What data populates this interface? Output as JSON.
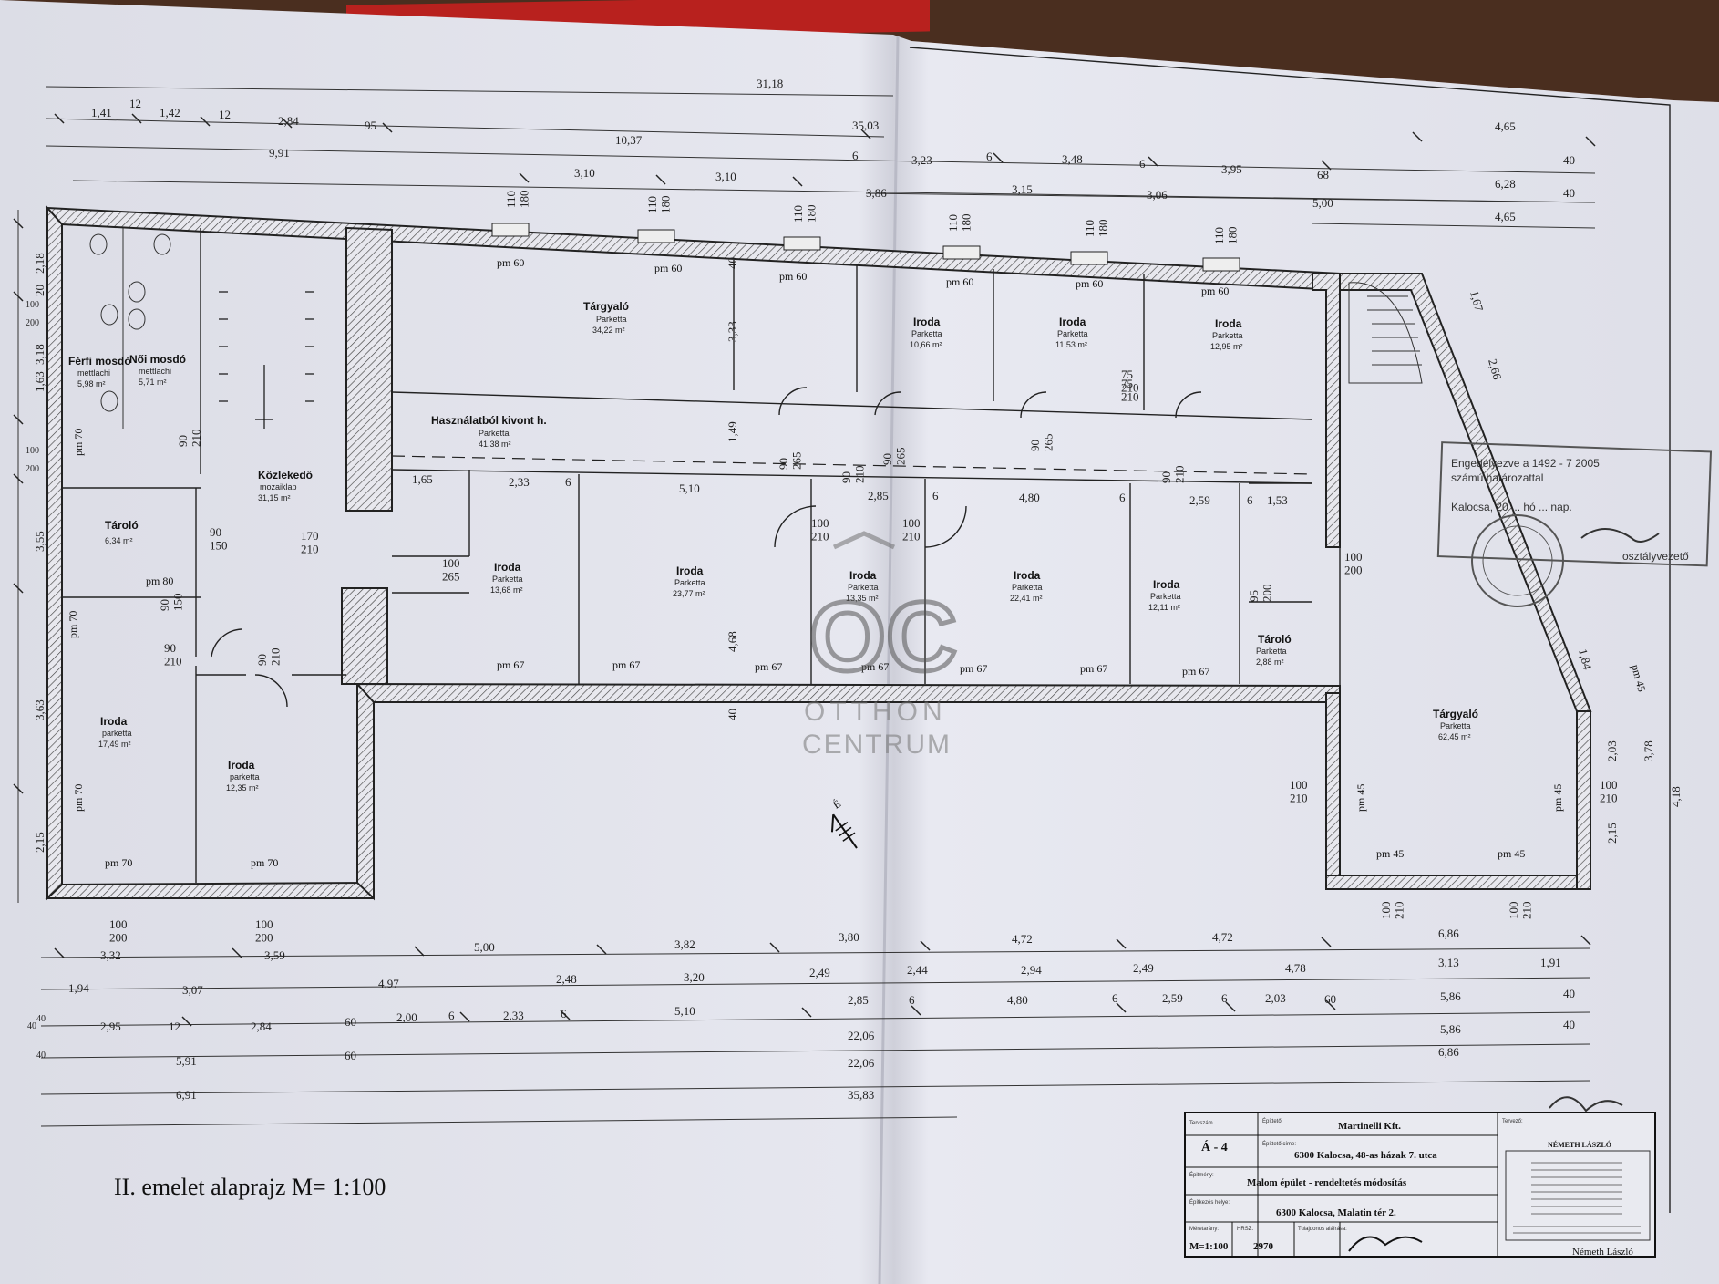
{
  "sheet_title": "II. emelet alaprajz M= 1:100",
  "dimensions_top": {
    "row1": [
      "31,18"
    ],
    "row2": [
      "1,41",
      "12",
      "1,42",
      "12",
      "2,84",
      "95",
      "35,03"
    ],
    "row3": [
      "9,91",
      "10,37",
      "6",
      "3,23",
      "6",
      "3,48",
      "6",
      "3,95",
      "68",
      "4,65"
    ],
    "row4": [
      "3,10",
      "3,10",
      "3,86",
      "3,15",
      "3,06",
      "5,00",
      "40"
    ],
    "row5": [
      "6,28",
      "40",
      "4,65"
    ]
  },
  "dimensions_bottom": {
    "row1": [
      "3,32",
      "3,59",
      "5,00",
      "3,82",
      "3,80",
      "4,72",
      "4,72",
      "6,86"
    ],
    "row2": [
      "1,94",
      "3,07",
      "4,97",
      "2,48",
      "3,20",
      "2,49",
      "2,44",
      "2,94",
      "2,49",
      "4,78",
      "3,13",
      "1,91"
    ],
    "row3": [
      "40",
      "2,95",
      "12",
      "2,84",
      "60",
      "2,00",
      "6",
      "2,33",
      "6",
      "5,10",
      "2,85",
      "6",
      "4,80",
      "6",
      "2,59",
      "6",
      "2,03",
      "60",
      "5,86",
      "40"
    ],
    "row4": [
      "40",
      "5,91",
      "60",
      "22,06",
      "5,86",
      "40"
    ],
    "row5": [
      "6,91",
      "22,06",
      "6,86"
    ],
    "row6": [
      "35,83"
    ]
  },
  "dimensions_interior": [
    "1,65",
    "2,33",
    "6",
    "5,10",
    "2,85",
    "6",
    "4,80",
    "6",
    "2,59",
    "6",
    "1,53",
    "3,33",
    "1,49",
    "4,68",
    "40",
    "40",
    "1,67",
    "2,66",
    "1,84",
    "2,03",
    "3,78",
    "4,18",
    "2,15"
  ],
  "dimensions_left": [
    "2,18",
    "20",
    "100",
    "200",
    "1,63",
    "3,18",
    "100",
    "200",
    "3,55",
    "3,63",
    "2,15",
    "40"
  ],
  "rooms": [
    {
      "name": "Férfi mosdó",
      "floor": "mettlachi",
      "area": "5,98 m²"
    },
    {
      "name": "Női mosdó",
      "floor": "mettlachi",
      "area": "5,71 m²"
    },
    {
      "name": "Közlekedő",
      "floor": "mozaiklap",
      "area": "31,15 m²"
    },
    {
      "name": "Tároló",
      "floor": "",
      "area": "6,34 m²"
    },
    {
      "name": "Iroda",
      "floor": "parketta",
      "area": "17,49 m²"
    },
    {
      "name": "Iroda",
      "floor": "parketta",
      "area": "12,35 m²"
    },
    {
      "name": "Tárgyaló",
      "floor": "Parketta",
      "area": "34,22 m²"
    },
    {
      "name": "Használatból kivont h.",
      "floor": "Parketta",
      "area": "41,38 m²"
    },
    {
      "name": "Iroda",
      "floor": "Parketta",
      "area": "10,66 m²"
    },
    {
      "name": "Iroda",
      "floor": "Parketta",
      "area": "11,53 m²"
    },
    {
      "name": "Iroda",
      "floor": "Parketta",
      "area": "12,95 m²"
    },
    {
      "name": "Iroda",
      "floor": "Parketta",
      "area": "13,68 m²"
    },
    {
      "name": "Iroda",
      "floor": "Parketta",
      "area": "23,77 m²"
    },
    {
      "name": "Iroda",
      "floor": "Parketta",
      "area": "13,35 m²"
    },
    {
      "name": "Iroda",
      "floor": "Parketta",
      "area": "22,41 m²"
    },
    {
      "name": "Iroda",
      "floor": "Parketta",
      "area": "12,11 m²"
    },
    {
      "name": "Tároló",
      "floor": "Parketta",
      "area": "2,88 m²"
    },
    {
      "name": "Tárgyaló",
      "floor": "Parketta",
      "area": "62,45 m²"
    }
  ],
  "windows": {
    "top": [
      "110\n180",
      "110\n180",
      "110\n180",
      "110\n180",
      "110\n180",
      "110\n180"
    ],
    "pm_labels": [
      "pm 60",
      "pm 60",
      "pm 60",
      "pm 60",
      "pm 60",
      "pm 60",
      "pm 67",
      "pm 67",
      "pm 67",
      "pm 67",
      "pm 67",
      "pm 67",
      "pm 67",
      "pm 70",
      "pm 70",
      "pm 70",
      "pm 70",
      "pm 70",
      "pm 80",
      "pm 45",
      "pm 45",
      "pm 45",
      "pm 45",
      "pm 45"
    ]
  },
  "doors": [
    "100\n200",
    "100\n200",
    "170\n210",
    "90\n150",
    "90\n210",
    "90\n210",
    "100\n265",
    "90\n265",
    "90\n265",
    "90\n210",
    "100\n210",
    "100\n210",
    "90\n265",
    "90\n210",
    "75\n210",
    "95\n200",
    "100\n200",
    "100\n210",
    "100\n210",
    "100\n210",
    "100\n210",
    "75\n210",
    "90\n150",
    "90\n210"
  ],
  "title_block": {
    "tervszam_label": "Tervszám",
    "sheet_no": "Á - 4",
    "epittető_label": "Építtető:",
    "epittető": "Martinelli Kft.",
    "epittető_cime_label": "Építtető címe:",
    "epittető_cime": "6300 Kalocsa, 48-as házak 7. utca",
    "epitmeny_label": "Épitmény:",
    "epitmeny": "Malom épület - rendeltetés módosítás",
    "helye_label": "Építkezés helye:",
    "helye": "6300 Kalocsa, Malatin tér 2.",
    "meretarany_label": "Méretarány:",
    "meretarany": "M=1:100",
    "hrsz_label": "HRSZ.",
    "hrsz": "2970",
    "tervezo_label": "Tervező:",
    "aláírás_label": "Tulajdonos aláírása:",
    "designer_header": "NÉMETH LÁSZLÓ",
    "designer_footer": "Németh László"
  },
  "stamp": {
    "line1": "Engedélyezve a 1492 - 7 2005",
    "line2": "számú határozattal",
    "line3": "Kalocsa, 20 ... hó ... nap.",
    "line4": "osztályvezető"
  },
  "watermark": {
    "logo": "OC",
    "line1": "OTTHON",
    "line2": "CENTRUM"
  },
  "north_arrow": "É"
}
